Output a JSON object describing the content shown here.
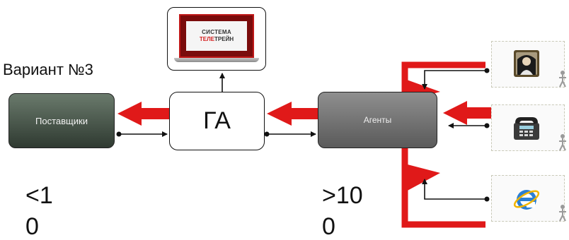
{
  "title": "Вариант №3",
  "nodes": {
    "suppliers": "Поставщики",
    "ga": "ГА",
    "agents": "Агенты"
  },
  "laptop": {
    "line1": "СИСТЕМА",
    "line2_red": "ТЕЛЕ",
    "line2_rest": "ТРЕЙН"
  },
  "counts": {
    "suppliers_top": "<1",
    "suppliers_bottom": "0",
    "agents_top": ">10",
    "agents_bottom": "0"
  },
  "channels": [
    {
      "icon": "person-portrait-icon"
    },
    {
      "icon": "telephone-icon"
    },
    {
      "icon": "internet-explorer-icon"
    }
  ],
  "colors": {
    "flow_arrow": "#e01919",
    "connector": "#111111",
    "suppliers_fill": "#3d4a3f",
    "agents_fill": "#6f6f6f"
  }
}
